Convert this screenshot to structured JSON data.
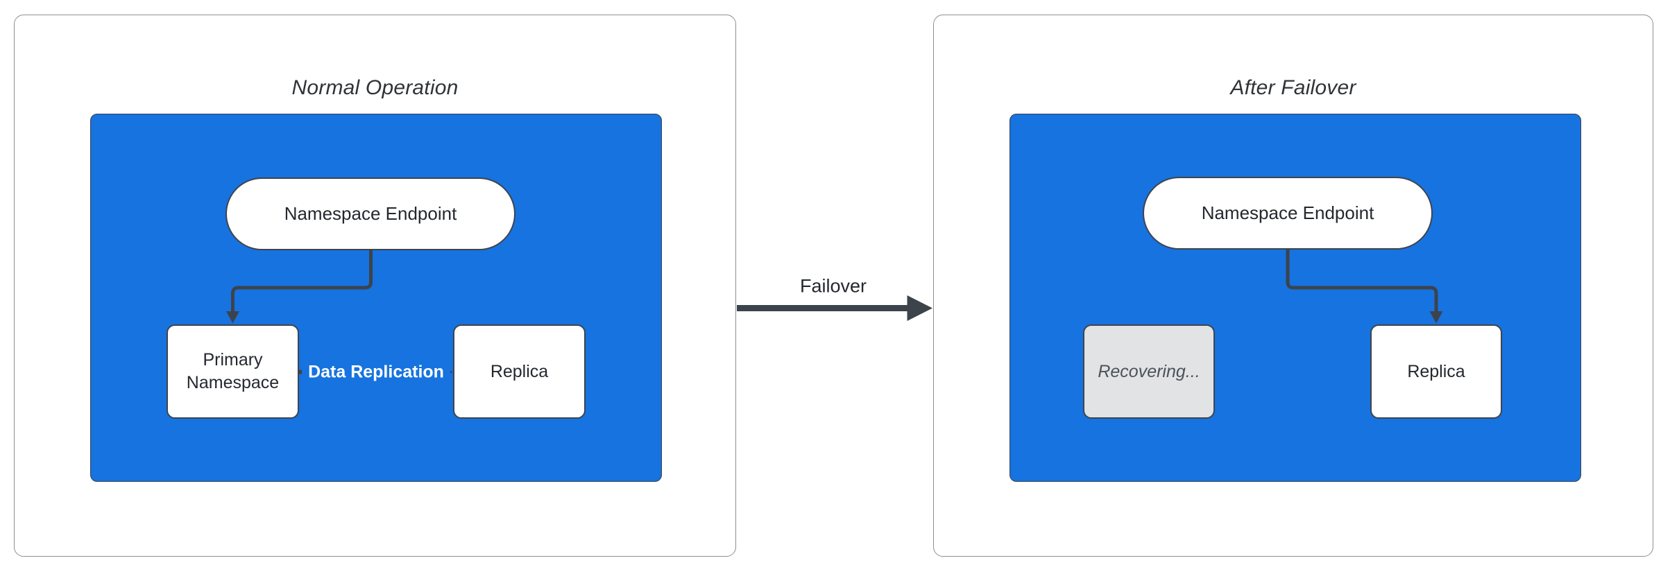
{
  "diagram": {
    "panels": [
      {
        "title": "Normal Operation",
        "endpoint_label": "Namespace Endpoint",
        "primary_label": "Primary Namespace",
        "replica_label": "Replica",
        "replication_label": "Data Replication"
      },
      {
        "title": "After Failover",
        "endpoint_label": "Namespace Endpoint",
        "recovering_label": "Recovering...",
        "replica_label": "Replica"
      }
    ],
    "failover_label": "Failover",
    "colors": {
      "container_blue": "#1673E0",
      "arrow_dark": "#3D434B",
      "node_border": "#3F444C",
      "recovering_fill": "#E2E3E5",
      "recovering_text": "#4B525A",
      "title_text": "#2F3338",
      "node_text": "#24282E",
      "panel_border": "#8A8F94"
    }
  }
}
